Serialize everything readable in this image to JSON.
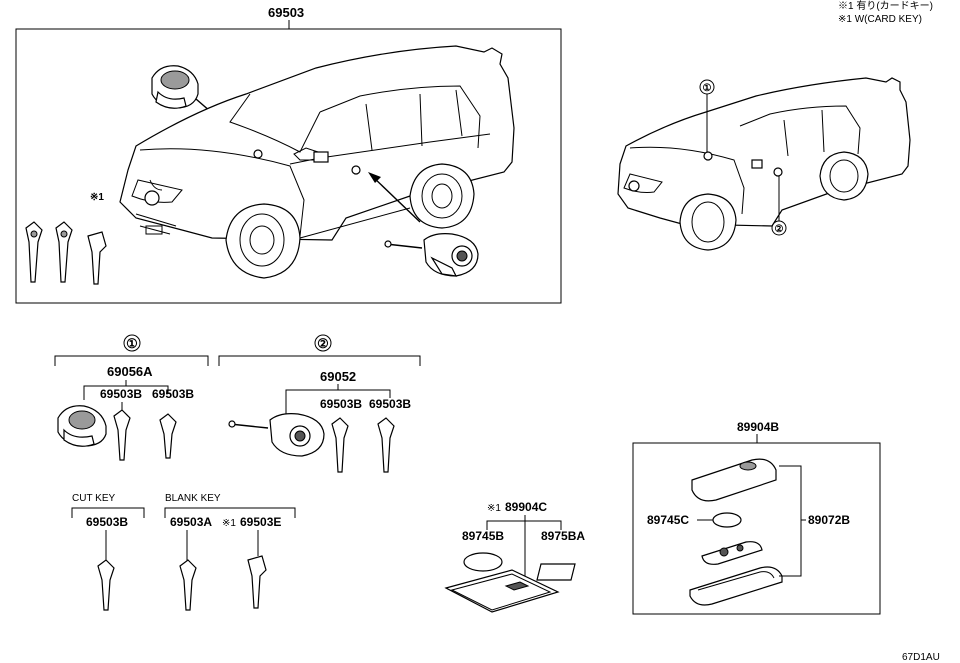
{
  "notes": {
    "line1": "※1 有り(カードキー)",
    "line2": "※1 W(CARD KEY)"
  },
  "assembly": {
    "main": "69503"
  },
  "callouts": {
    "c1": "①",
    "c2": "②"
  },
  "top_box": {
    "note_mark": "※1"
  },
  "group1": {
    "assy": "69056A",
    "key_a": "69503B",
    "key_b": "69503B"
  },
  "group2": {
    "assy": "69052",
    "key_a": "69503B",
    "key_b": "69503B"
  },
  "cut_key": {
    "heading": "CUT KEY",
    "part": "69503B"
  },
  "blank_key": {
    "heading": "BLANK KEY",
    "part_a": "69503A",
    "part_b_mark": "※1",
    "part_b": "69503E"
  },
  "card_key": {
    "mark": "※1",
    "assy": "89904C",
    "part_a": "89745B",
    "part_b": "8975BA"
  },
  "smart_key": {
    "assy": "89904B",
    "battery": "89745C",
    "case": "89072B"
  },
  "footer": {
    "code": "67D1AU"
  }
}
